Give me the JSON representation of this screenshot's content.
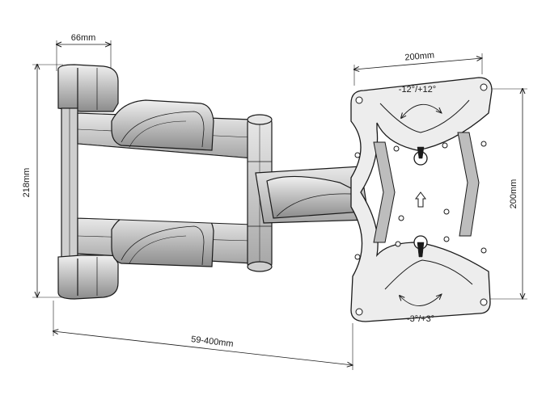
{
  "dimensions": {
    "depth_top": "66mm",
    "vesa_width": "200mm",
    "height": "218mm",
    "vesa_height": "200mm",
    "extension": "59-400mm"
  },
  "rotation": {
    "tilt": "-12°/+12°",
    "swivel": "-3°/+3°"
  },
  "colors": {
    "line": "#1a1a1a",
    "metal_light": "#d9d9d9",
    "metal_mid": "#bdbdbd",
    "metal_dark": "#8c8c8c",
    "plate": "#e6e6e6"
  }
}
